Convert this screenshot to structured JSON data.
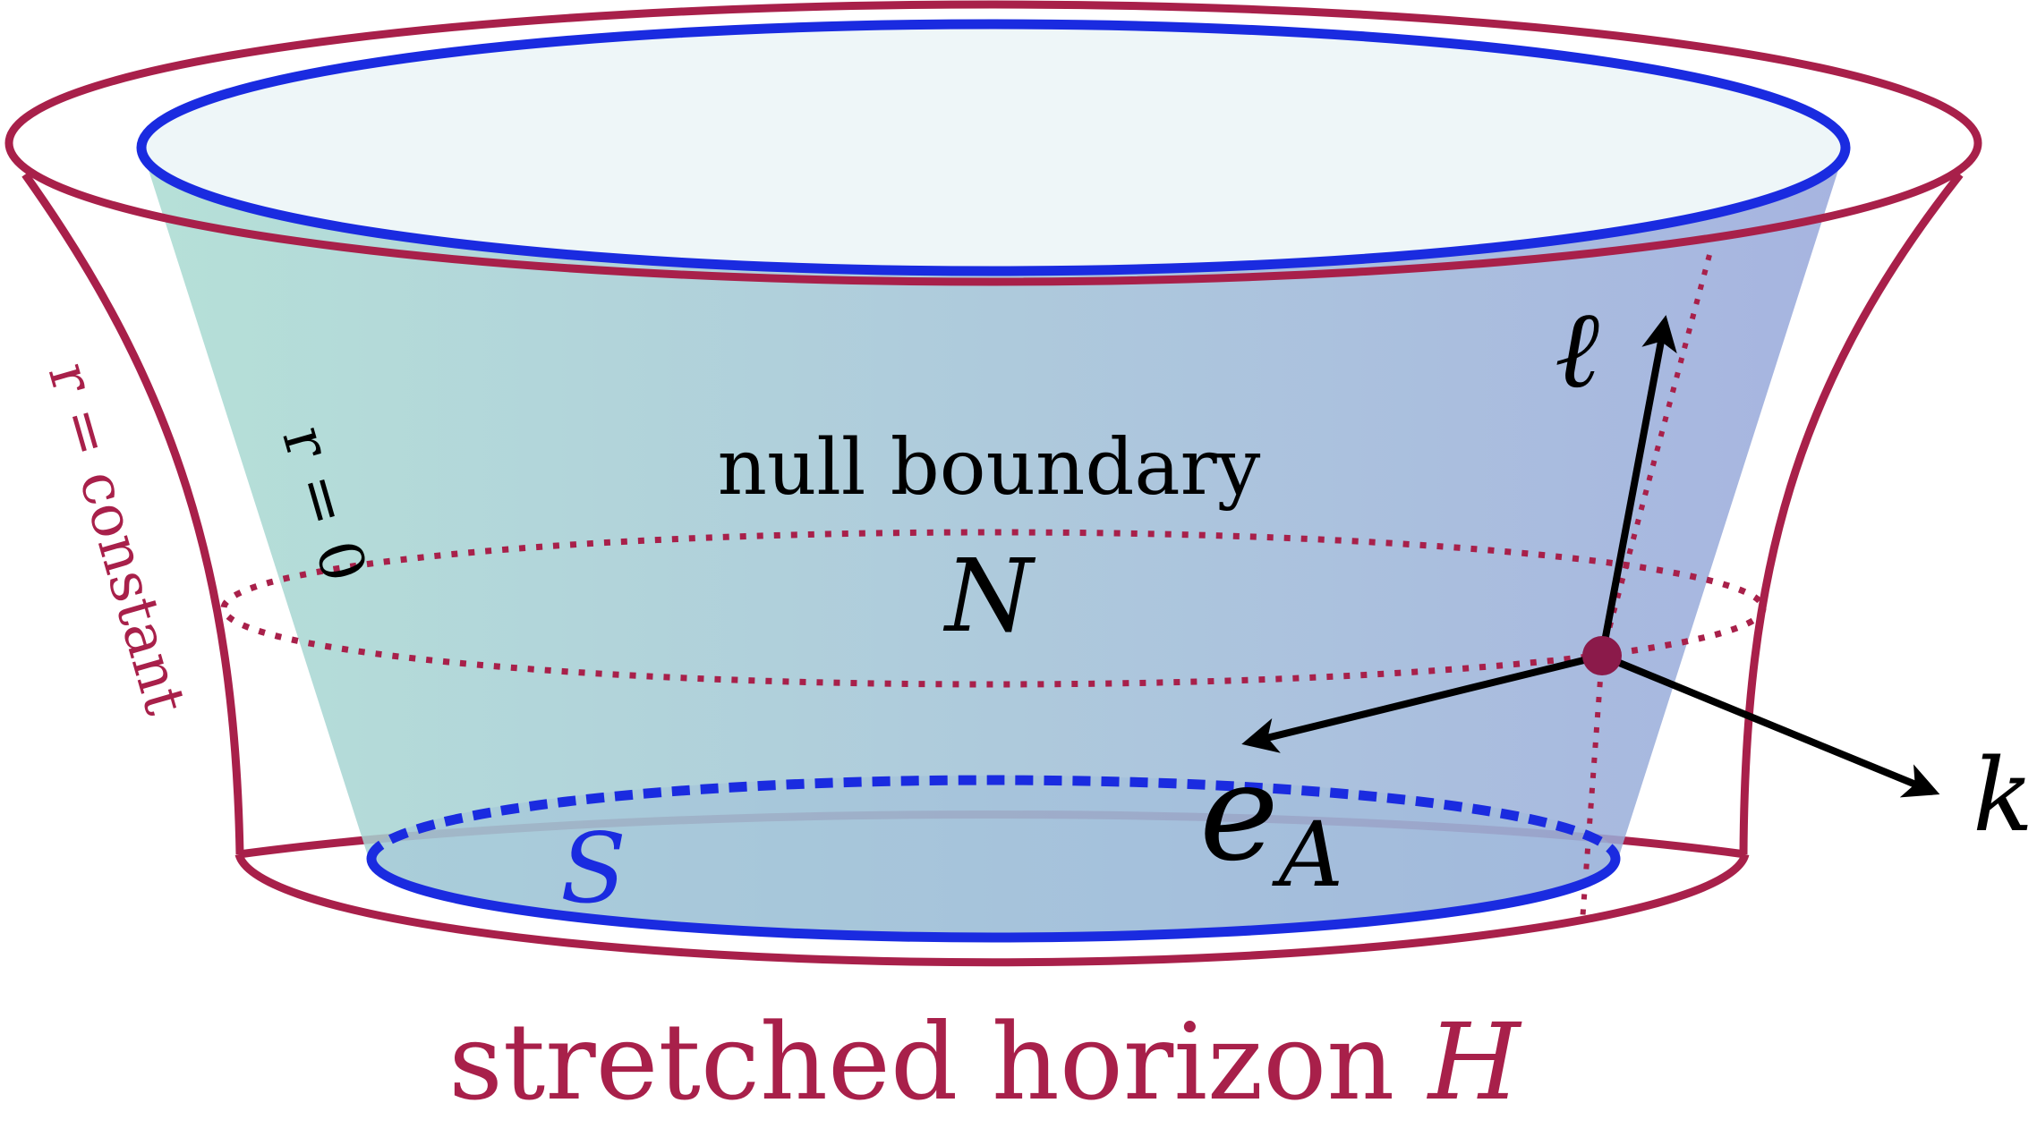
{
  "labels": {
    "null_boundary": "null boundary",
    "N": "N",
    "S": "S",
    "e": "e",
    "A": "A",
    "ell": "ℓ",
    "k": "k",
    "r_zero": "r = 0",
    "r_constant": "r = constant",
    "stretched_horizon_text": "stretched horizon ",
    "H": "H"
  },
  "colors": {
    "horizon_red": "#a8204a",
    "blue": "#1a2be0",
    "point": "#8b1a4a",
    "fill_left": "#a9dbd1",
    "fill_right": "#97a7db",
    "cap_fill": "#eef6f8"
  }
}
